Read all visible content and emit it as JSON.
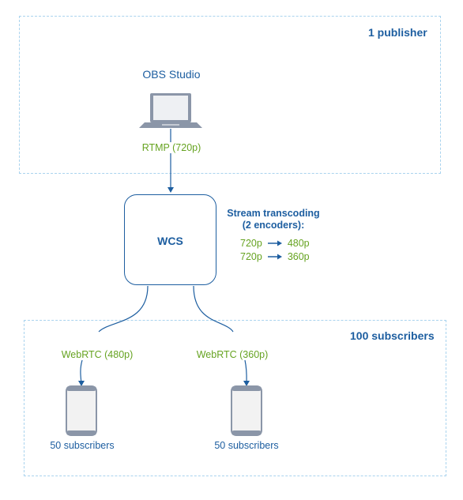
{
  "publisher_zone": {
    "title": "1 publisher"
  },
  "subscribers_zone": {
    "title": "100 subscribers"
  },
  "publisher": {
    "name": "OBS Studio",
    "icon": "laptop-icon"
  },
  "ingest_link": {
    "label": "RTMP (720p)"
  },
  "server": {
    "name": "WCS"
  },
  "transcoding": {
    "title_line1": "Stream transcoding",
    "title_line2": "(2 encoders):",
    "rows": [
      {
        "from": "720p",
        "to": "480p"
      },
      {
        "from": "720p",
        "to": "360p"
      }
    ]
  },
  "outputs": [
    {
      "link_label": "WebRTC (480p)",
      "device_label": "50 subscribers",
      "icon": "smartphone-icon"
    },
    {
      "link_label": "WebRTC (360p)",
      "device_label": "50 subscribers",
      "icon": "smartphone-icon"
    }
  ],
  "colors": {
    "accent": "#1d5ea0",
    "label_green": "#66a321",
    "zone_border": "#a9d3ee",
    "device_fill": "#f2f2f2",
    "device_stroke": "#8b96a8"
  }
}
